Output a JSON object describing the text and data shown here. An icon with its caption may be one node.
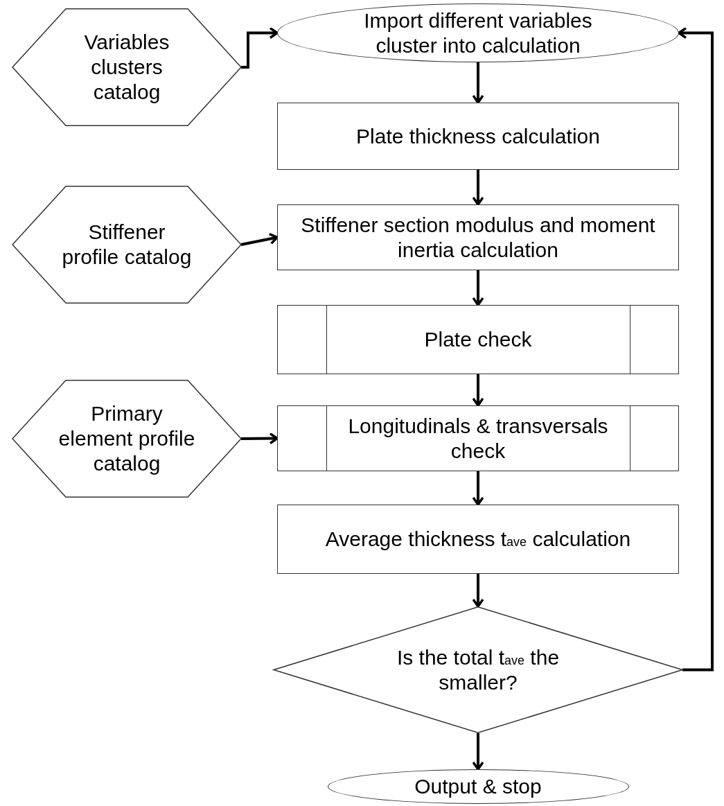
{
  "diagram": {
    "nodes": [
      {
        "text": [
          "Variables clusters catalog"
        ]
      },
      {
        "text": [
          "Import different variables cluster into calculation"
        ]
      },
      {
        "text": [
          "Plate thickness calculation"
        ]
      },
      {
        "text": [
          "Stiffener profile catalog"
        ]
      },
      {
        "text": [
          "Stiffener section modulus and moment inertia calculation"
        ]
      },
      {
        "text": [
          "Plate check"
        ]
      },
      {
        "text": [
          "Primary element profile catalog"
        ]
      },
      {
        "text": [
          "Longitudinals & transversals check"
        ]
      },
      {
        "text": [
          "Average thickness t$_{ave}$ calculation"
        ]
      },
      {
        "text": [
          "Is the total t$_{ave}$ the smaller?"
        ]
      },
      {
        "text": [
          "Output & stop"
        ]
      }
    ],
    "edges": [
      {
        "from": 0,
        "to": 1,
        "arrow": "to"
      },
      {
        "from": 1,
        "to": 2,
        "arrow": "to"
      },
      {
        "from": 2,
        "to": 4,
        "arrow": "to"
      },
      {
        "from": 3,
        "to": 4,
        "arrow": "to"
      },
      {
        "from": 4,
        "to": 5,
        "arrow": "to"
      },
      {
        "from": 5,
        "to": 7,
        "arrow": "to"
      },
      {
        "from": 6,
        "to": 7,
        "arrow": "to"
      },
      {
        "from": 7,
        "to": 8,
        "arrow": "to"
      },
      {
        "from": 8,
        "to": 9,
        "arrow": "to"
      },
      {
        "from": 9,
        "to": 10,
        "arrow": "to"
      },
      {
        "from": 9,
        "to": 1,
        "arrow": "to"
      }
    ]
  }
}
